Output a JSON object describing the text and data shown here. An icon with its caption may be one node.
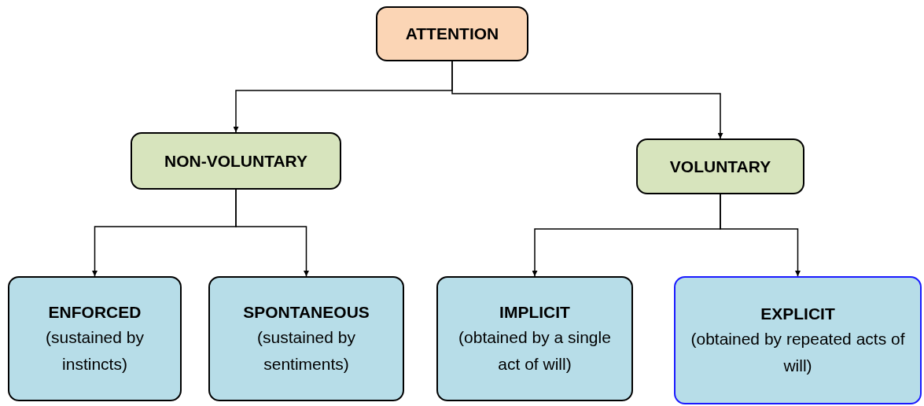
{
  "diagram": {
    "nodes": [
      {
        "text": [
          "ATTENTION"
        ]
      },
      {
        "text": [
          "NON-VOLUNTARY"
        ]
      },
      {
        "text": [
          "VOLUNTARY"
        ]
      },
      {
        "text": [
          "ENFORCED",
          "(sustained by instincts)"
        ]
      },
      {
        "text": [
          "SPONTANEOUS",
          "(sustained by sentiments)"
        ]
      },
      {
        "text": [
          "IMPLICIT",
          "(obtained by a single act of will)"
        ]
      },
      {
        "text": [
          "EXPLICIT",
          "(obtained by repeated acts of will)"
        ]
      }
    ],
    "edges": [
      {
        "from": 0,
        "to": 1,
        "arrow": "to"
      },
      {
        "from": 0,
        "to": 2,
        "arrow": "to"
      },
      {
        "from": 1,
        "to": 3,
        "arrow": "to"
      },
      {
        "from": 1,
        "to": 4,
        "arrow": "to"
      },
      {
        "from": 2,
        "to": 5,
        "arrow": "to"
      },
      {
        "from": 2,
        "to": 6,
        "arrow": "to"
      }
    ]
  }
}
